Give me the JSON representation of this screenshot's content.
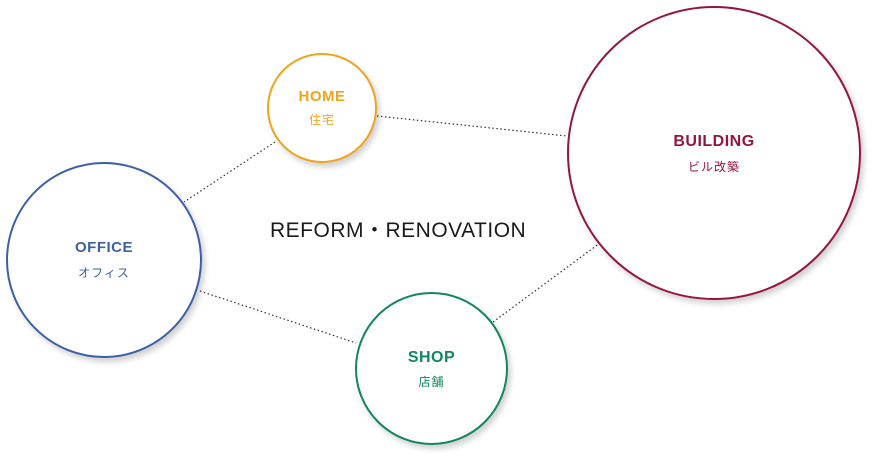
{
  "title": "REFORM・RENOVATION",
  "nodes": {
    "home": {
      "label": "HOME",
      "sublabel": "住宅",
      "color": "#f0a41e"
    },
    "office": {
      "label": "OFFICE",
      "sublabel": "オフィス",
      "color": "#3e5fa6"
    },
    "building": {
      "label": "BUILDING",
      "sublabel": "ビル改築",
      "color": "#94163d"
    },
    "shop": {
      "label": "SHOP",
      "sublabel": "店舗",
      "color": "#118660"
    }
  },
  "connections": [
    [
      "home",
      "building"
    ],
    [
      "home",
      "office"
    ],
    [
      "office",
      "shop"
    ],
    [
      "shop",
      "building"
    ]
  ]
}
